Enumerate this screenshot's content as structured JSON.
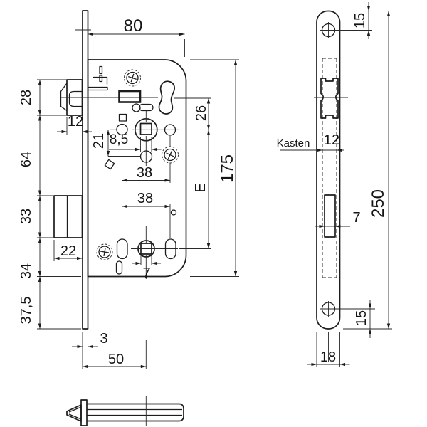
{
  "front_view": {
    "dims": {
      "case_width": "80",
      "latch_height": "28",
      "latch_protrusion": "12",
      "latch_to_bolt": "64",
      "bolt_height": "33",
      "bolt_throw": "22",
      "bolt_to_case_bottom": "34",
      "plate_below_case": "37,5",
      "plate_thickness": "3",
      "backset": "50",
      "follower_square": "8,5",
      "follower_to_cylinder": "21",
      "latch_axis_to_follower": "26",
      "screw_spacing_upper": "38",
      "screw_spacing_lower": "38",
      "distance_e": "E",
      "case_height": "175",
      "lower_square_width": "7"
    }
  },
  "side_view": {
    "case_label": "Kasten",
    "dims": {
      "top_hole_offset": "15",
      "case_thickness": "12",
      "plate_length": "250",
      "bolt_slot_width": "7",
      "bottom_hole_offset": "15",
      "plate_width": "18"
    }
  }
}
